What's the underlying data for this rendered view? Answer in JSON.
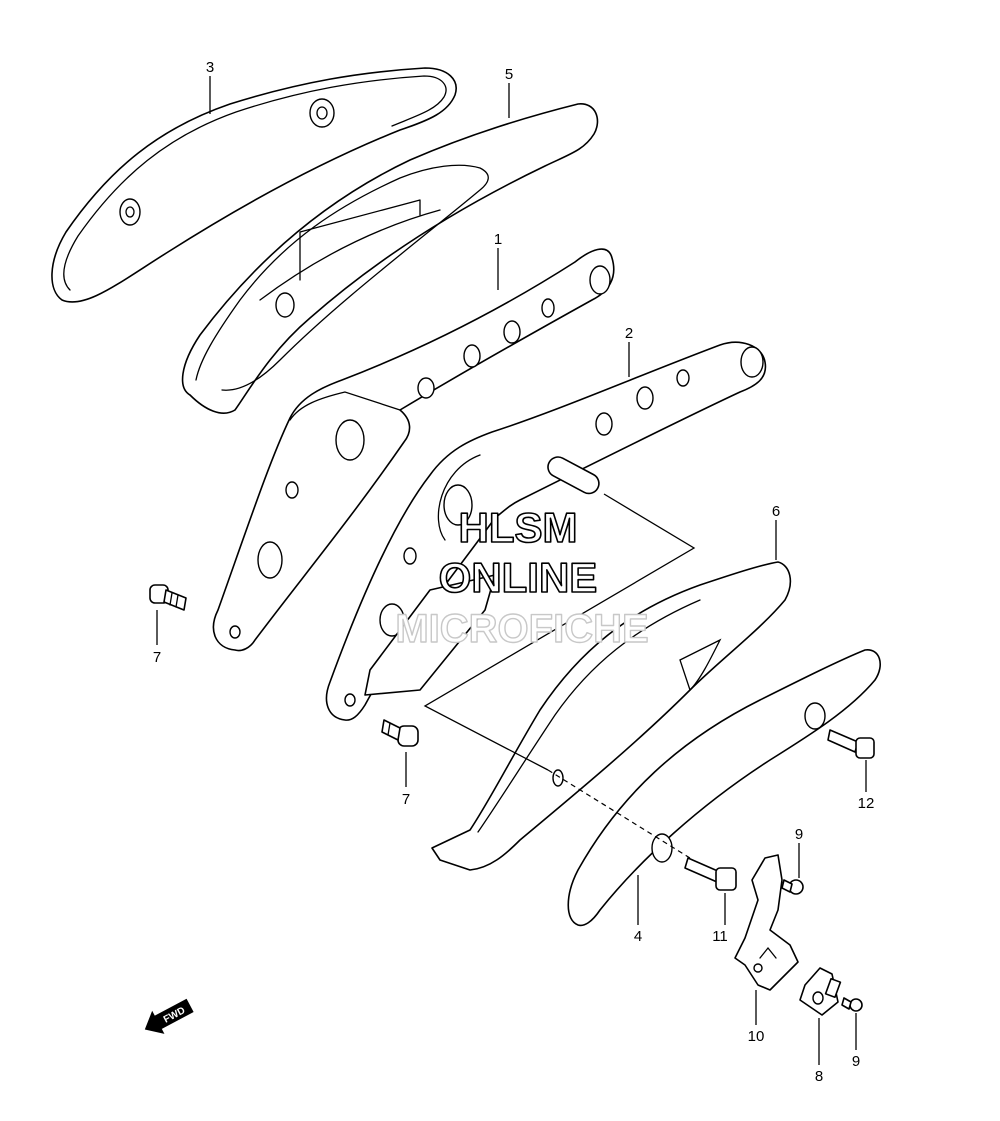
{
  "callouts": {
    "p1": "1",
    "p2": "2",
    "p3": "3",
    "p4": "4",
    "p5": "5",
    "p6": "6",
    "p7a": "7",
    "p7b": "7",
    "p8": "8",
    "p9a": "9",
    "p9b": "9",
    "p10": "10",
    "p11": "11",
    "p12": "12"
  },
  "watermark": {
    "line1": "HLSM",
    "line2": "ONLINE",
    "line3": "MICROFICHE"
  },
  "fwd_arrow": {
    "label": "FWD"
  }
}
